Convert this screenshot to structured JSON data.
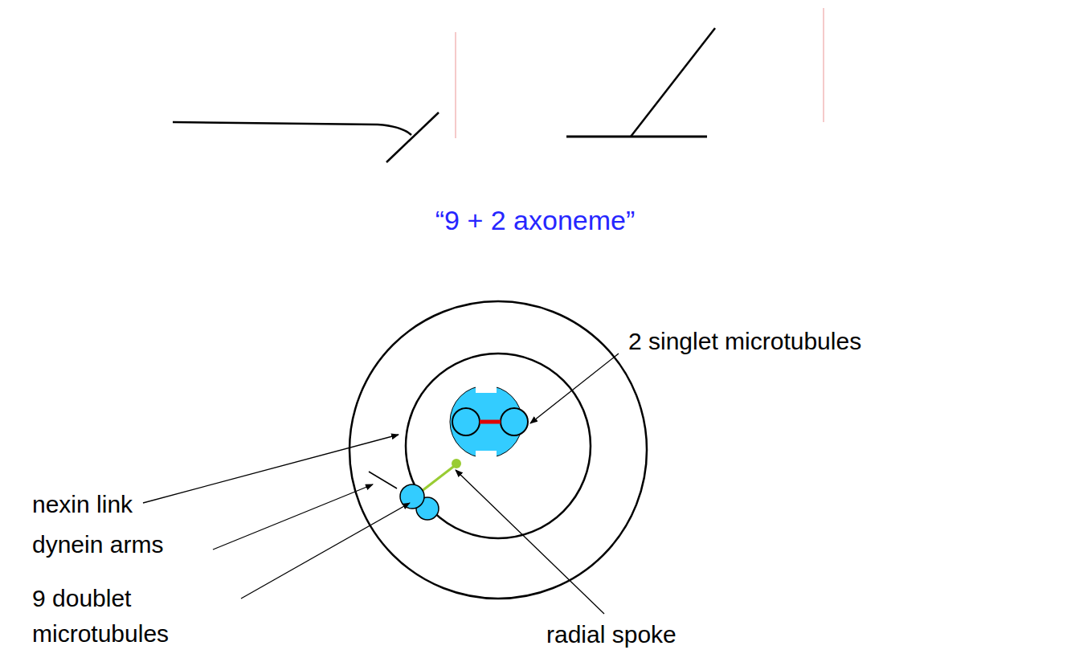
{
  "diagram": {
    "title": "“9 + 2 axoneme”",
    "labels": [
      "2 singlet microtubules",
      "nexin link",
      "dynein arms",
      "9 doublet microtubules",
      "radial spoke"
    ]
  }
}
